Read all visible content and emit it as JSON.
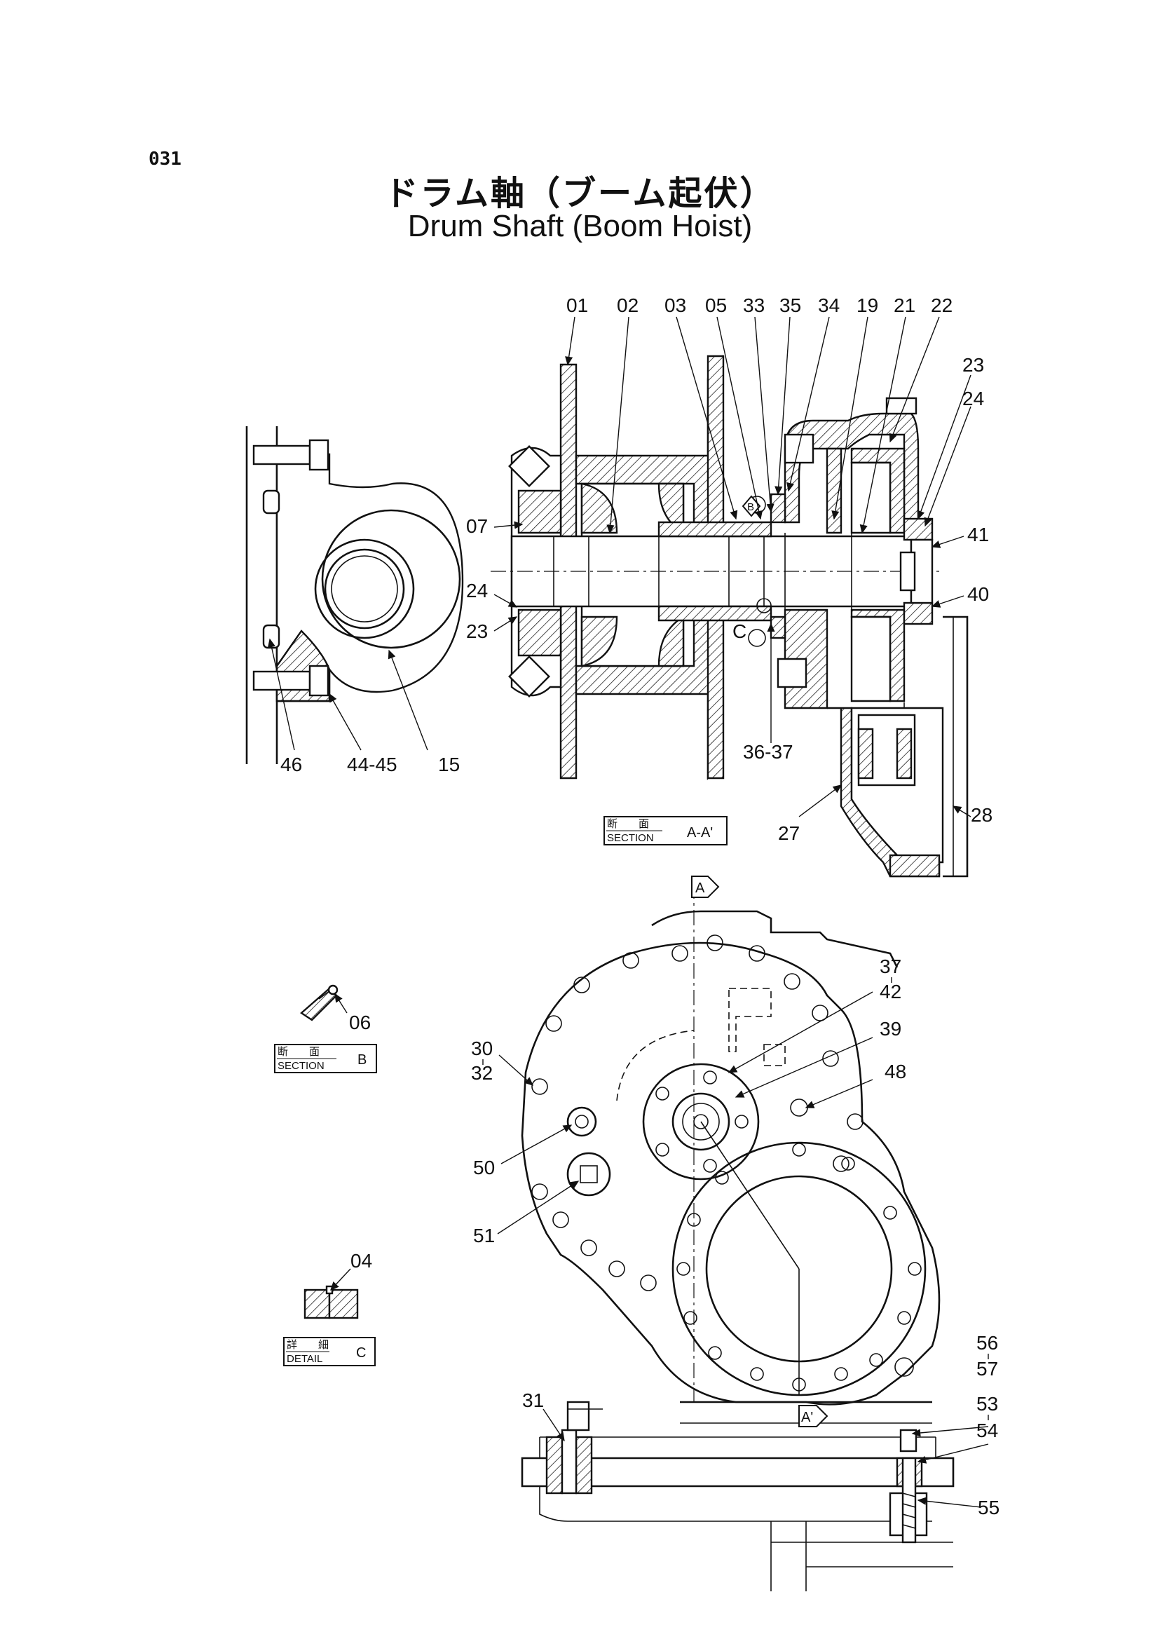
{
  "page_number": "031",
  "title_jp": "ドラム軸（ブーム起伏）",
  "title_en": "Drum Shaft (Boom Hoist)",
  "sections": {
    "aa": {
      "kanji": "断　　面",
      "label": "SECTION",
      "code": "A-A'"
    },
    "b": {
      "kanji": "断　　面",
      "label": "SECTION",
      "code": "B"
    },
    "c": {
      "kanji": "詳　　細",
      "label": "DETAIL",
      "code": "C"
    }
  },
  "markers": {
    "a": "A",
    "a_prime": "A'",
    "b": "B",
    "c": "C"
  },
  "callouts": {
    "c01": "01",
    "c02": "02",
    "c03": "03",
    "c05": "05",
    "c33": "33",
    "c35": "35",
    "c34": "34",
    "c19": "19",
    "c21": "21",
    "c22": "22",
    "c23a": "23",
    "c24a": "24",
    "c41": "41",
    "c40": "40",
    "c07": "07",
    "c24b": "24",
    "c23b": "23",
    "c36_37": "36-37",
    "c27": "27",
    "c28": "28",
    "c46": "46",
    "c44_45": "44-45",
    "c15": "15",
    "c06": "06",
    "c04": "04",
    "c37_42": "37\n42",
    "c39": "39",
    "c48": "48",
    "c30_32": "30\n32",
    "c50": "50",
    "c51": "51",
    "c56_57": "56\n57",
    "c53_54": "53\n54",
    "c55": "55",
    "c31": "31"
  },
  "stacked": {
    "s37": "37",
    "s42": "42",
    "s30": "30",
    "s32": "32",
    "s56": "56",
    "s57": "57",
    "s53": "53",
    "s54": "54"
  }
}
